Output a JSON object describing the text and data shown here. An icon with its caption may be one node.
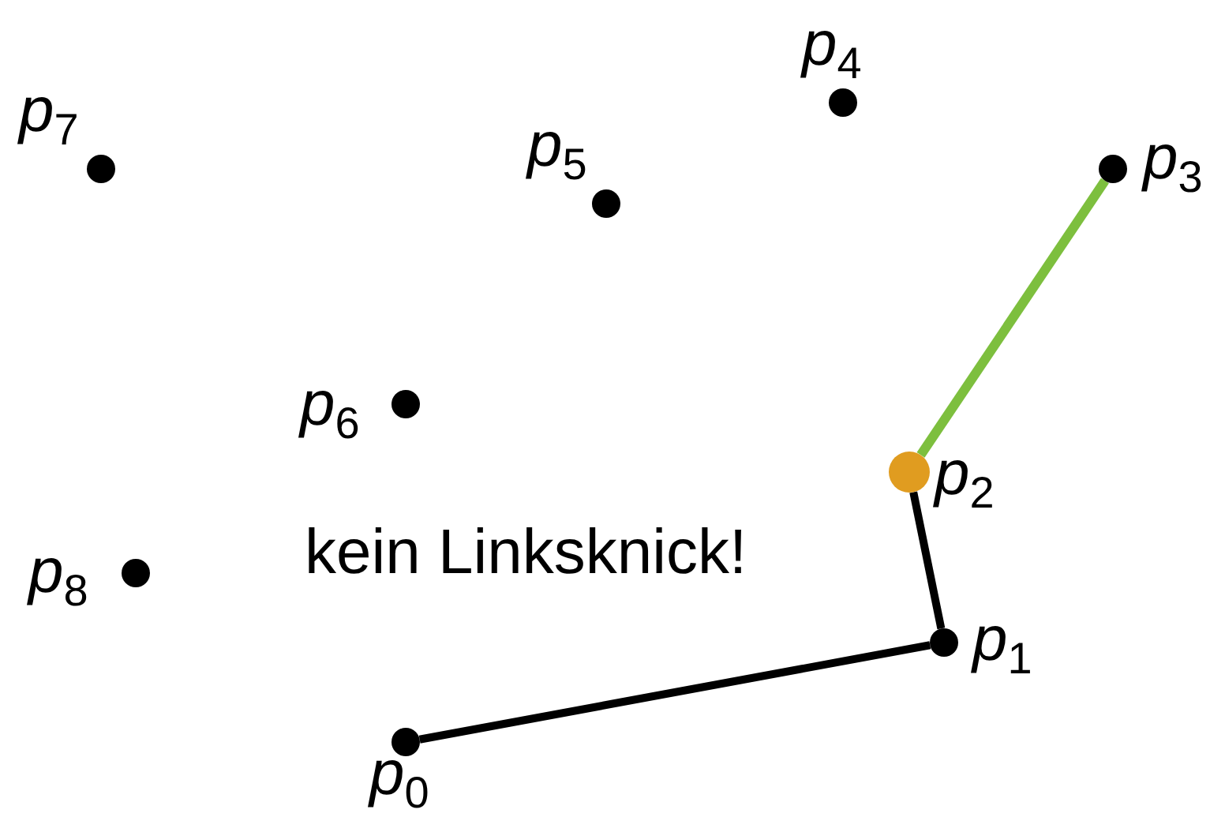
{
  "diagram": {
    "nodes": [
      {
        "text": [],
        "shape": "circle",
        "beside": [
          "*p*$_{0}$"
        ]
      },
      {
        "text": [],
        "shape": "circle",
        "beside": [
          "*p*$_{1}$"
        ]
      },
      {
        "text": [],
        "shape": "circle",
        "beside": [
          "*p*$_{2}$"
        ]
      },
      {
        "text": [],
        "shape": "circle",
        "beside": [
          "*p*$_{3}$"
        ]
      },
      {
        "text": [],
        "shape": "circle",
        "beside": [
          "*p*$_{4}$"
        ]
      },
      {
        "text": [],
        "shape": "circle",
        "beside": [
          "*p*$_{5}$"
        ]
      },
      {
        "text": [],
        "shape": "circle",
        "beside": [
          "*p*$_{6}$"
        ]
      },
      {
        "text": [],
        "shape": "circle",
        "beside": [
          "*p*$_{7}$"
        ]
      },
      {
        "text": [],
        "shape": "circle",
        "beside": [
          "*p*$_{8}$"
        ]
      }
    ],
    "edges": [
      {
        "from": 0,
        "to": 1,
        "arrow": "none"
      },
      {
        "from": 1,
        "to": 2,
        "arrow": "none"
      },
      {
        "from": 2,
        "to": 3,
        "arrow": "none",
        "color": "#7dbf3e"
      }
    ],
    "labels": [
      "kein Linksknick!"
    ]
  }
}
